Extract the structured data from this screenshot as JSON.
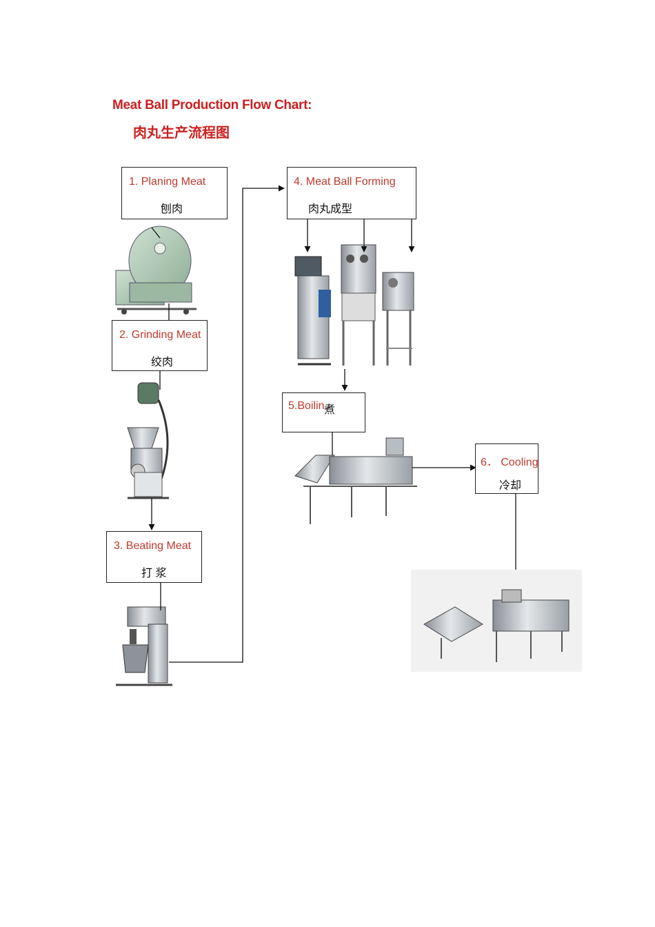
{
  "title_en": "Meat Ball Production Flow Chart:",
  "title_zh": "肉丸生产流程图",
  "steps": [
    {
      "en": "1.   Planing Meat",
      "zh": "刨肉"
    },
    {
      "en": "2.   Grinding Meat",
      "zh": "绞肉"
    },
    {
      "en": "3.   Beating Meat",
      "zh": "打 浆"
    },
    {
      "en": "4. Meat Ball Forming",
      "zh": "肉丸成型"
    },
    {
      "en": "5.Boilin",
      "zh": "煮"
    },
    {
      "en": "6．  Cooling",
      "zh": "冷却"
    }
  ]
}
